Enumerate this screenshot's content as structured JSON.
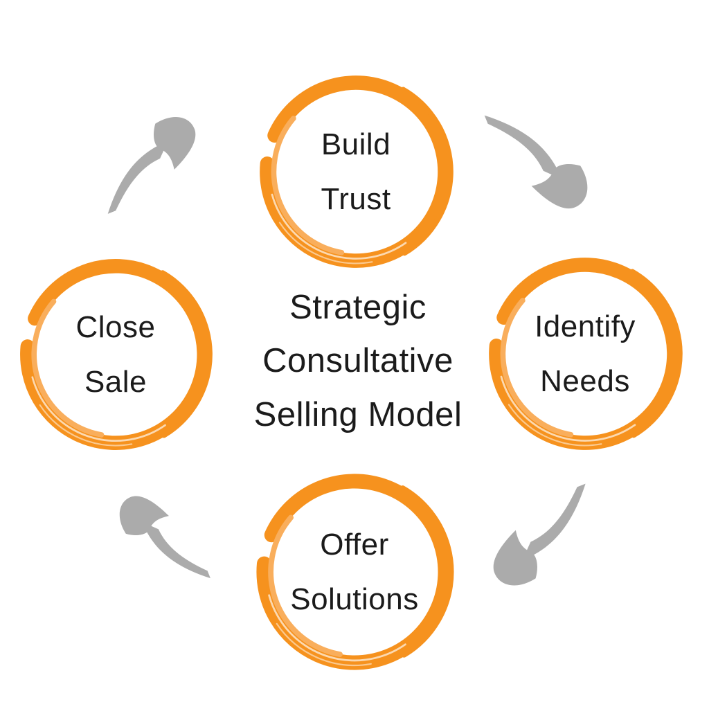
{
  "diagram": {
    "title_lines": [
      "Strategic",
      "Consultative",
      "Selling Model"
    ],
    "nodes": [
      {
        "id": "build-trust",
        "position": "top",
        "label_lines": [
          "Build",
          "Trust"
        ]
      },
      {
        "id": "identify-needs",
        "position": "right",
        "label_lines": [
          "Identify",
          "Needs"
        ]
      },
      {
        "id": "offer-solutions",
        "position": "bottom",
        "label_lines": [
          "Offer",
          "Solutions"
        ]
      },
      {
        "id": "close-sale",
        "position": "left",
        "label_lines": [
          "Close",
          "Sale"
        ]
      }
    ],
    "arrows": [
      {
        "id": "arrow-build-to-identify",
        "from": "build-trust",
        "to": "identify-needs"
      },
      {
        "id": "arrow-identify-to-offer",
        "from": "identify-needs",
        "to": "offer-solutions"
      },
      {
        "id": "arrow-offer-to-close",
        "from": "offer-solutions",
        "to": "close-sale"
      },
      {
        "id": "arrow-close-to-build",
        "from": "close-sale",
        "to": "build-trust"
      }
    ],
    "flow_direction": "clockwise",
    "icons": {
      "node_shape": "brush-stroke-circle-icon",
      "connector_shape": "curved-swoosh-arrow-icon"
    },
    "colors": {
      "ring": "#F6921E",
      "ring_light": "#F9AE5C",
      "arrow": "#ABABAB",
      "text": "#1B1B1B",
      "background": "#FFFFFF"
    }
  }
}
